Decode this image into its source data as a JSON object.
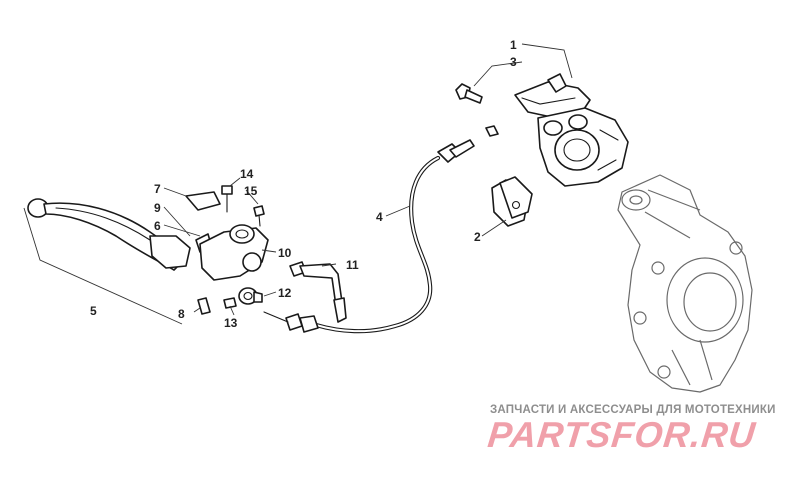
{
  "diagram": {
    "callouts": [
      {
        "id": "1",
        "label": "1"
      },
      {
        "id": "2",
        "label": "2"
      },
      {
        "id": "3",
        "label": "3"
      },
      {
        "id": "4",
        "label": "4"
      },
      {
        "id": "5",
        "label": "5"
      },
      {
        "id": "6",
        "label": "6"
      },
      {
        "id": "7",
        "label": "7"
      },
      {
        "id": "8",
        "label": "8"
      },
      {
        "id": "9",
        "label": "9"
      },
      {
        "id": "10",
        "label": "10"
      },
      {
        "id": "11",
        "label": "11"
      },
      {
        "id": "12",
        "label": "12"
      },
      {
        "id": "13",
        "label": "13"
      },
      {
        "id": "14",
        "label": "14"
      },
      {
        "id": "15",
        "label": "15"
      }
    ]
  },
  "watermark": {
    "tagline": "ЗАПЧАСТИ И АКСЕССУАРЫ ДЛЯ МОТОТЕХНИКИ",
    "brand": "PARTSFOR.RU"
  }
}
